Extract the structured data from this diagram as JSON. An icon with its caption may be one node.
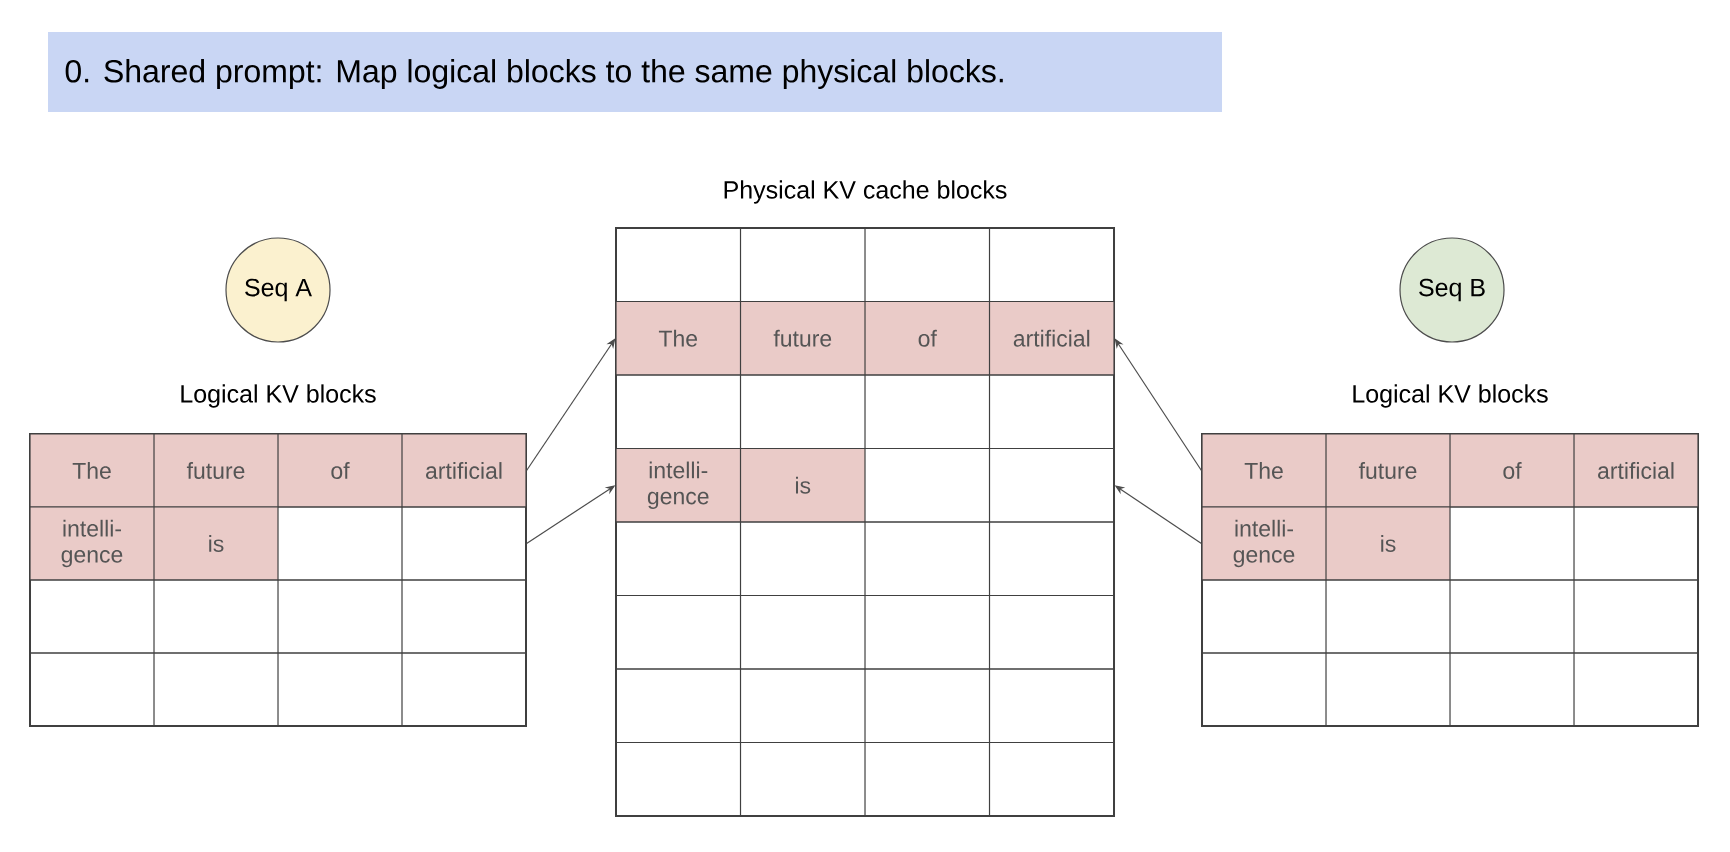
{
  "diagram": {
    "title": "0. Shared prompt: Map logical blocks to the same physical blocks.",
    "nodes": [
      {
        "text": [
          "Seq A"
        ]
      },
      {
        "text": [
          "Logical KV blocks"
        ]
      },
      {
        "text": [
          "The",
          "future",
          "of",
          "artificial"
        ],
        "in": 1
      },
      {
        "text": [
          "intelli- gence",
          "is"
        ],
        "in": 1
      },
      {
        "text": [],
        "shape": "box",
        "in": 1
      },
      {
        "text": [],
        "shape": "box",
        "in": 1
      },
      {
        "text": [
          "Physical KV cache blocks"
        ]
      },
      {
        "text": [],
        "shape": "box",
        "in": 6
      },
      {
        "text": [
          "The",
          "future",
          "of",
          "artificial"
        ],
        "in": 6
      },
      {
        "text": [],
        "shape": "box",
        "in": 6
      },
      {
        "text": [
          "intelli- gence",
          "is"
        ],
        "in": 6
      },
      {
        "text": [],
        "shape": "box",
        "in": 6
      },
      {
        "text": [],
        "shape": "box",
        "in": 6
      },
      {
        "text": [],
        "shape": "box",
        "in": 6
      },
      {
        "text": [],
        "shape": "box",
        "in": 6
      },
      {
        "text": [
          "Seq B"
        ]
      },
      {
        "text": [
          "Logical KV blocks"
        ]
      },
      {
        "text": [
          "The",
          "future",
          "of",
          "artificial"
        ],
        "in": 16
      },
      {
        "text": [
          "intelli- gence",
          "is"
        ],
        "in": 16
      },
      {
        "text": [],
        "shape": "box",
        "in": 16
      },
      {
        "text": [],
        "shape": "box",
        "in": 16
      }
    ],
    "edges": [
      {
        "from": 2,
        "to": 8,
        "arrow": "to"
      },
      {
        "from": 3,
        "to": 10,
        "arrow": "to"
      },
      {
        "from": 17,
        "to": 8,
        "arrow": "to"
      },
      {
        "from": 18,
        "to": 10,
        "arrow": "to"
      }
    ]
  }
}
